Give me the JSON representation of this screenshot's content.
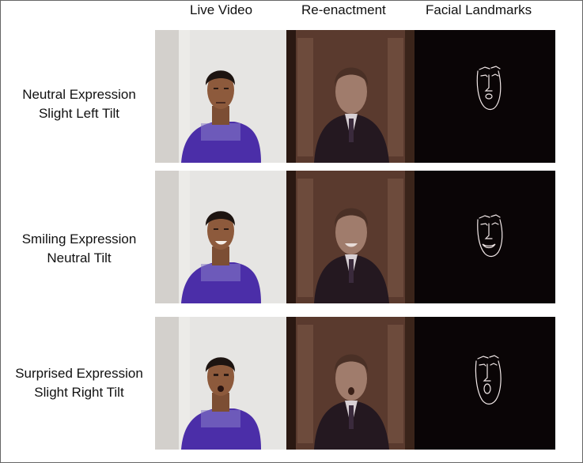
{
  "headers": {
    "live_video": "Live Video",
    "reenactment": "Re-enactment",
    "facial_landmarks": "Facial Landmarks"
  },
  "rows": [
    {
      "line1": "Neutral Expression",
      "line2": "Slight Left Tilt"
    },
    {
      "line1": "Smiling Expression",
      "line2": "Neutral Tilt"
    },
    {
      "line1": "Surprised Expression",
      "line2": "Slight Right Tilt"
    }
  ],
  "colors": {
    "background": "#ffffff",
    "wall": "#e4e4e2",
    "shirt": "#4b2ea8",
    "skin": "#8d5a3c",
    "hair": "#1d1411",
    "reenactment_bg": "#5a3a2e",
    "landmarks_bg": "#0a0506",
    "landmark_stroke": "#f2e8e8"
  }
}
